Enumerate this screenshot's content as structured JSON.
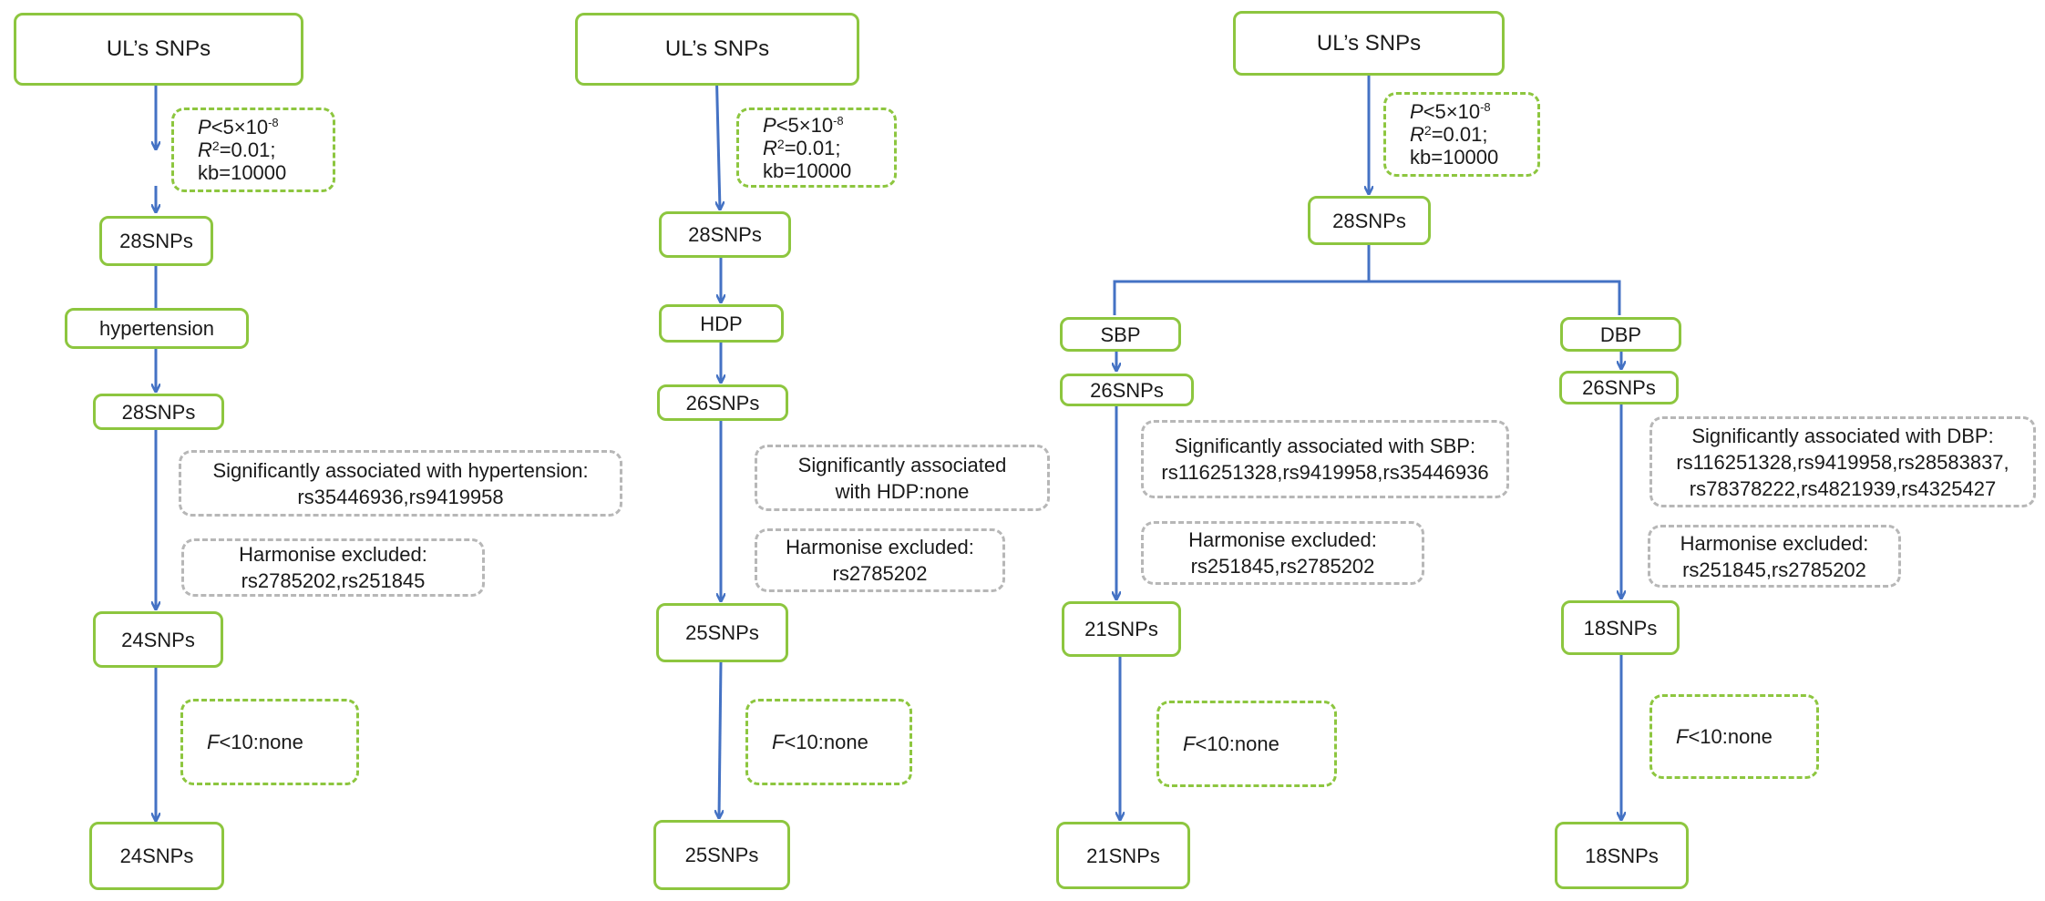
{
  "start_label": "UL’s SNPs",
  "criteria": {
    "p_var": "P",
    "p_lt": "<5×10",
    "p_exp": "-8",
    "r_var": "R",
    "r_sup": "2",
    "r_val": "=0.01;",
    "kb": "kb=10000"
  },
  "f_filter": {
    "var": "F",
    "text": "<10:none"
  },
  "columns": [
    {
      "snps_initial": "28SNPs",
      "outcome": "hypertension",
      "snps_after_outcome": "28SNPs",
      "significant_title": "Significantly associated with hypertension:",
      "significant_lines": [
        "rs35446936,rs9419958"
      ],
      "harmonise_title": "Harmonise excluded:",
      "harmonise_lines": [
        "rs2785202,rs251845"
      ],
      "snps_after_harmonise": "24SNPs",
      "snps_final": "24SNPs"
    },
    {
      "snps_initial": "28SNPs",
      "outcome": "HDP",
      "snps_after_outcome": "26SNPs",
      "significant_title": "Significantly associated",
      "significant_lines": [
        "with HDP:none"
      ],
      "harmonise_title": "Harmonise excluded:",
      "harmonise_lines": [
        "rs2785202"
      ],
      "snps_after_harmonise": "25SNPs",
      "snps_final": "25SNPs"
    },
    {
      "snps_initial": "28SNPs",
      "branches": [
        {
          "outcome": "SBP",
          "snps_after_outcome": "26SNPs",
          "significant_title": "Significantly associated with SBP:",
          "significant_lines": [
            "rs116251328,rs9419958,rs35446936"
          ],
          "harmonise_title": "Harmonise excluded:",
          "harmonise_lines": [
            "rs251845,rs2785202"
          ],
          "snps_after_harmonise": "21SNPs",
          "snps_final": "21SNPs"
        },
        {
          "outcome": "DBP",
          "snps_after_outcome": "26SNPs",
          "significant_title": "Significantly associated with DBP:",
          "significant_lines": [
            "rs116251328,rs9419958,rs28583837,",
            "rs78378222,rs4821939,rs4325427"
          ],
          "harmonise_title": "Harmonise excluded:",
          "harmonise_lines": [
            "rs251845,rs2785202"
          ],
          "snps_after_harmonise": "18SNPs",
          "snps_final": "18SNPs"
        }
      ]
    }
  ]
}
